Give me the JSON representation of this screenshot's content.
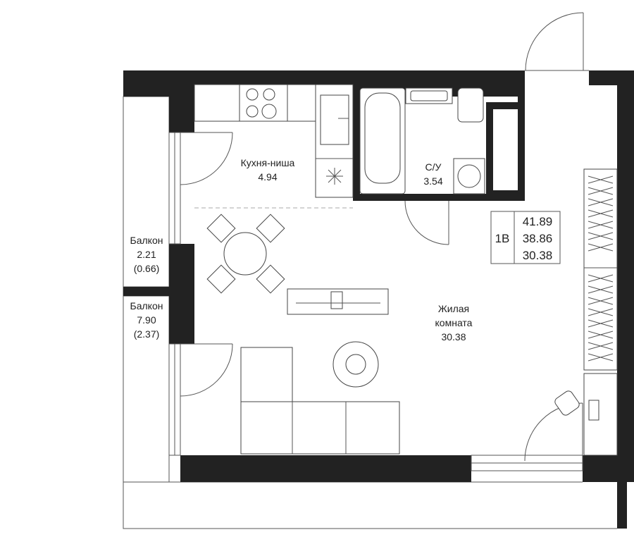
{
  "rooms": {
    "kitchen": {
      "name": "Кухня-ниша",
      "area": "4.94"
    },
    "bathroom": {
      "name": "С/У",
      "area": "3.54"
    },
    "living": {
      "name_line1": "Жилая",
      "name_line2": "комната",
      "area": "30.38"
    },
    "balcony1": {
      "name": "Балкон",
      "area": "2.21",
      "area_reduced": "(0.66)"
    },
    "balcony2": {
      "name": "Балкон",
      "area": "7.90",
      "area_reduced": "(2.37)"
    }
  },
  "apartment_card": {
    "type": "1В",
    "total_area": "41.89",
    "area_without_balcony": "38.86",
    "living_area": "30.38"
  },
  "colors": {
    "wall": "#222222",
    "line": "#555555",
    "background": "#ffffff"
  }
}
